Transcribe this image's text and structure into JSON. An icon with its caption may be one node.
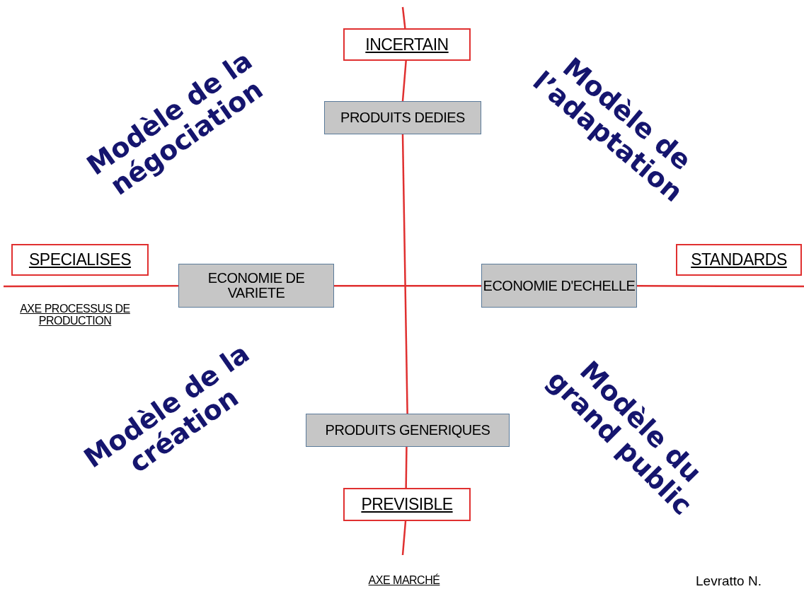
{
  "diagram": {
    "nodes": [
      {
        "text": [
          "INCERTAIN"
        ]
      },
      {
        "text": [
          "PRODUITS DEDIES"
        ]
      },
      {
        "text": [
          "SPECIALISES"
        ]
      },
      {
        "text": [
          "ECONOMIE DE VARIETE"
        ]
      },
      {
        "text": [
          "ECONOMIE D'ECHELLE"
        ]
      },
      {
        "text": [
          "STANDARDS"
        ]
      },
      {
        "text": [
          "PRODUITS GENERIQUES"
        ]
      },
      {
        "text": [
          "PREVISIBLE"
        ]
      }
    ],
    "edges": [
      {
        "from": null,
        "to": 0,
        "arrow": "none"
      },
      {
        "from": 0,
        "to": 1,
        "arrow": "none"
      },
      {
        "from": 1,
        "to": 6,
        "arrow": "none"
      },
      {
        "from": 6,
        "to": 7,
        "arrow": "none"
      },
      {
        "from": 7,
        "to": null,
        "arrow": "none"
      },
      {
        "from": null,
        "to": 3,
        "arrow": "none"
      },
      {
        "from": 3,
        "to": 4,
        "arrow": "none"
      },
      {
        "from": 4,
        "to": null,
        "arrow": "none"
      }
    ],
    "labels": [
      "Modèle de la négociation",
      "Modèle de l’adaptation",
      "AXE PROCESSUS DE PRODUCTION",
      "Modèle de la création",
      "Modèle du grand public",
      "AXE MARCHÉ",
      "Levratto N."
    ]
  }
}
